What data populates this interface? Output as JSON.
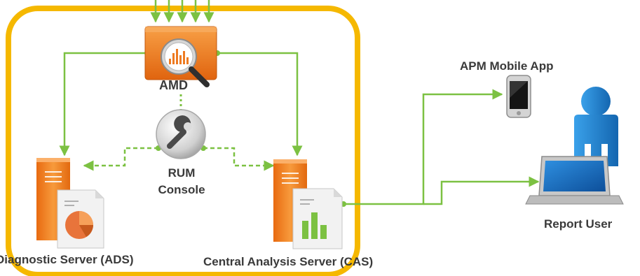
{
  "nodes": {
    "amd": {
      "label": "AMD",
      "icon": "analytics-magnifier-icon"
    },
    "rum_console": {
      "label_line1": "RUM",
      "label_line2": "Console",
      "icon": "wrench-icon"
    },
    "ads": {
      "label": "ced Diagnostic Server (ADS)",
      "icon": "server-pie-chart-icon"
    },
    "cas": {
      "label": "Central Analysis Server (CAS)",
      "icon": "server-bar-chart-icon"
    },
    "mobile_app": {
      "label": "APM Mobile App",
      "icon": "smartphone-icon"
    },
    "report_user": {
      "label": "Report User",
      "icon": "user-laptop-icon"
    }
  },
  "colors": {
    "boundary": "#f5b800",
    "connector": "#7cc142",
    "server_orange": "#f07f1d",
    "amd_orange": "#ee7b22",
    "user_blue": "#1e88d6"
  }
}
